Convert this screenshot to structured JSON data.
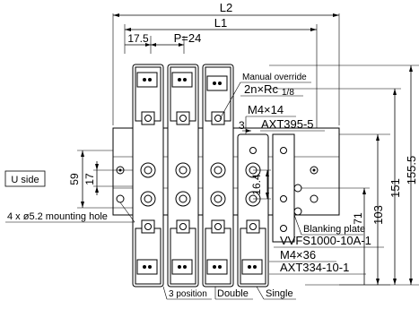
{
  "dimensions": {
    "l2": "L2",
    "l1": "L1",
    "offset": "17.5",
    "pitch": "P=24",
    "gap": "3",
    "h59": "59",
    "h17": "17",
    "h16_4": "16.4",
    "h71": "71",
    "h103": "103",
    "h151": "151",
    "h155_5": "155.5"
  },
  "labels": {
    "manual_override": "Manual override",
    "port_spec": "2n×Rc",
    "port_frac": "1/8",
    "screw_m4x14": "M4×14",
    "axt395": "AXT395-5",
    "blanking_plate": "Blanking plate",
    "vvfs": "VVFS1000-10A-1",
    "screw_m4x36": "M4×36",
    "axt334": "AXT334-10-1",
    "u_side": "U side",
    "mounting_hole": "4 x ø5.2 mounting hole",
    "three_position": "3 position",
    "double": "Double",
    "single": "Single"
  }
}
